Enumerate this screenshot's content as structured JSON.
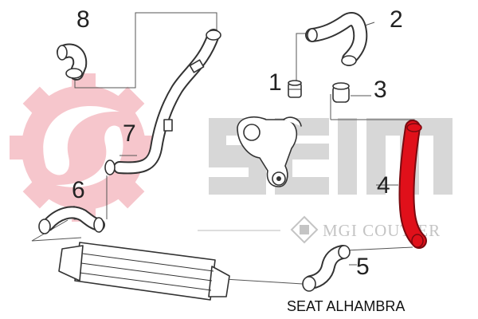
{
  "callouts": [
    "1",
    "2",
    "3",
    "4",
    "5",
    "6",
    "7",
    "8"
  ],
  "caption": "SEAT ALHAMBRA",
  "watermark": {
    "brand": "SEIM",
    "sub_brand": "MGI COUTIER"
  },
  "colors": {
    "logo_pink": "#f6c6cc",
    "watermark_gray": "#d7d7d7",
    "highlight_red": "#e0101a",
    "line": "#333333"
  },
  "icons": [
    "seim-gear-logo",
    "mgi-coutier-logo"
  ]
}
